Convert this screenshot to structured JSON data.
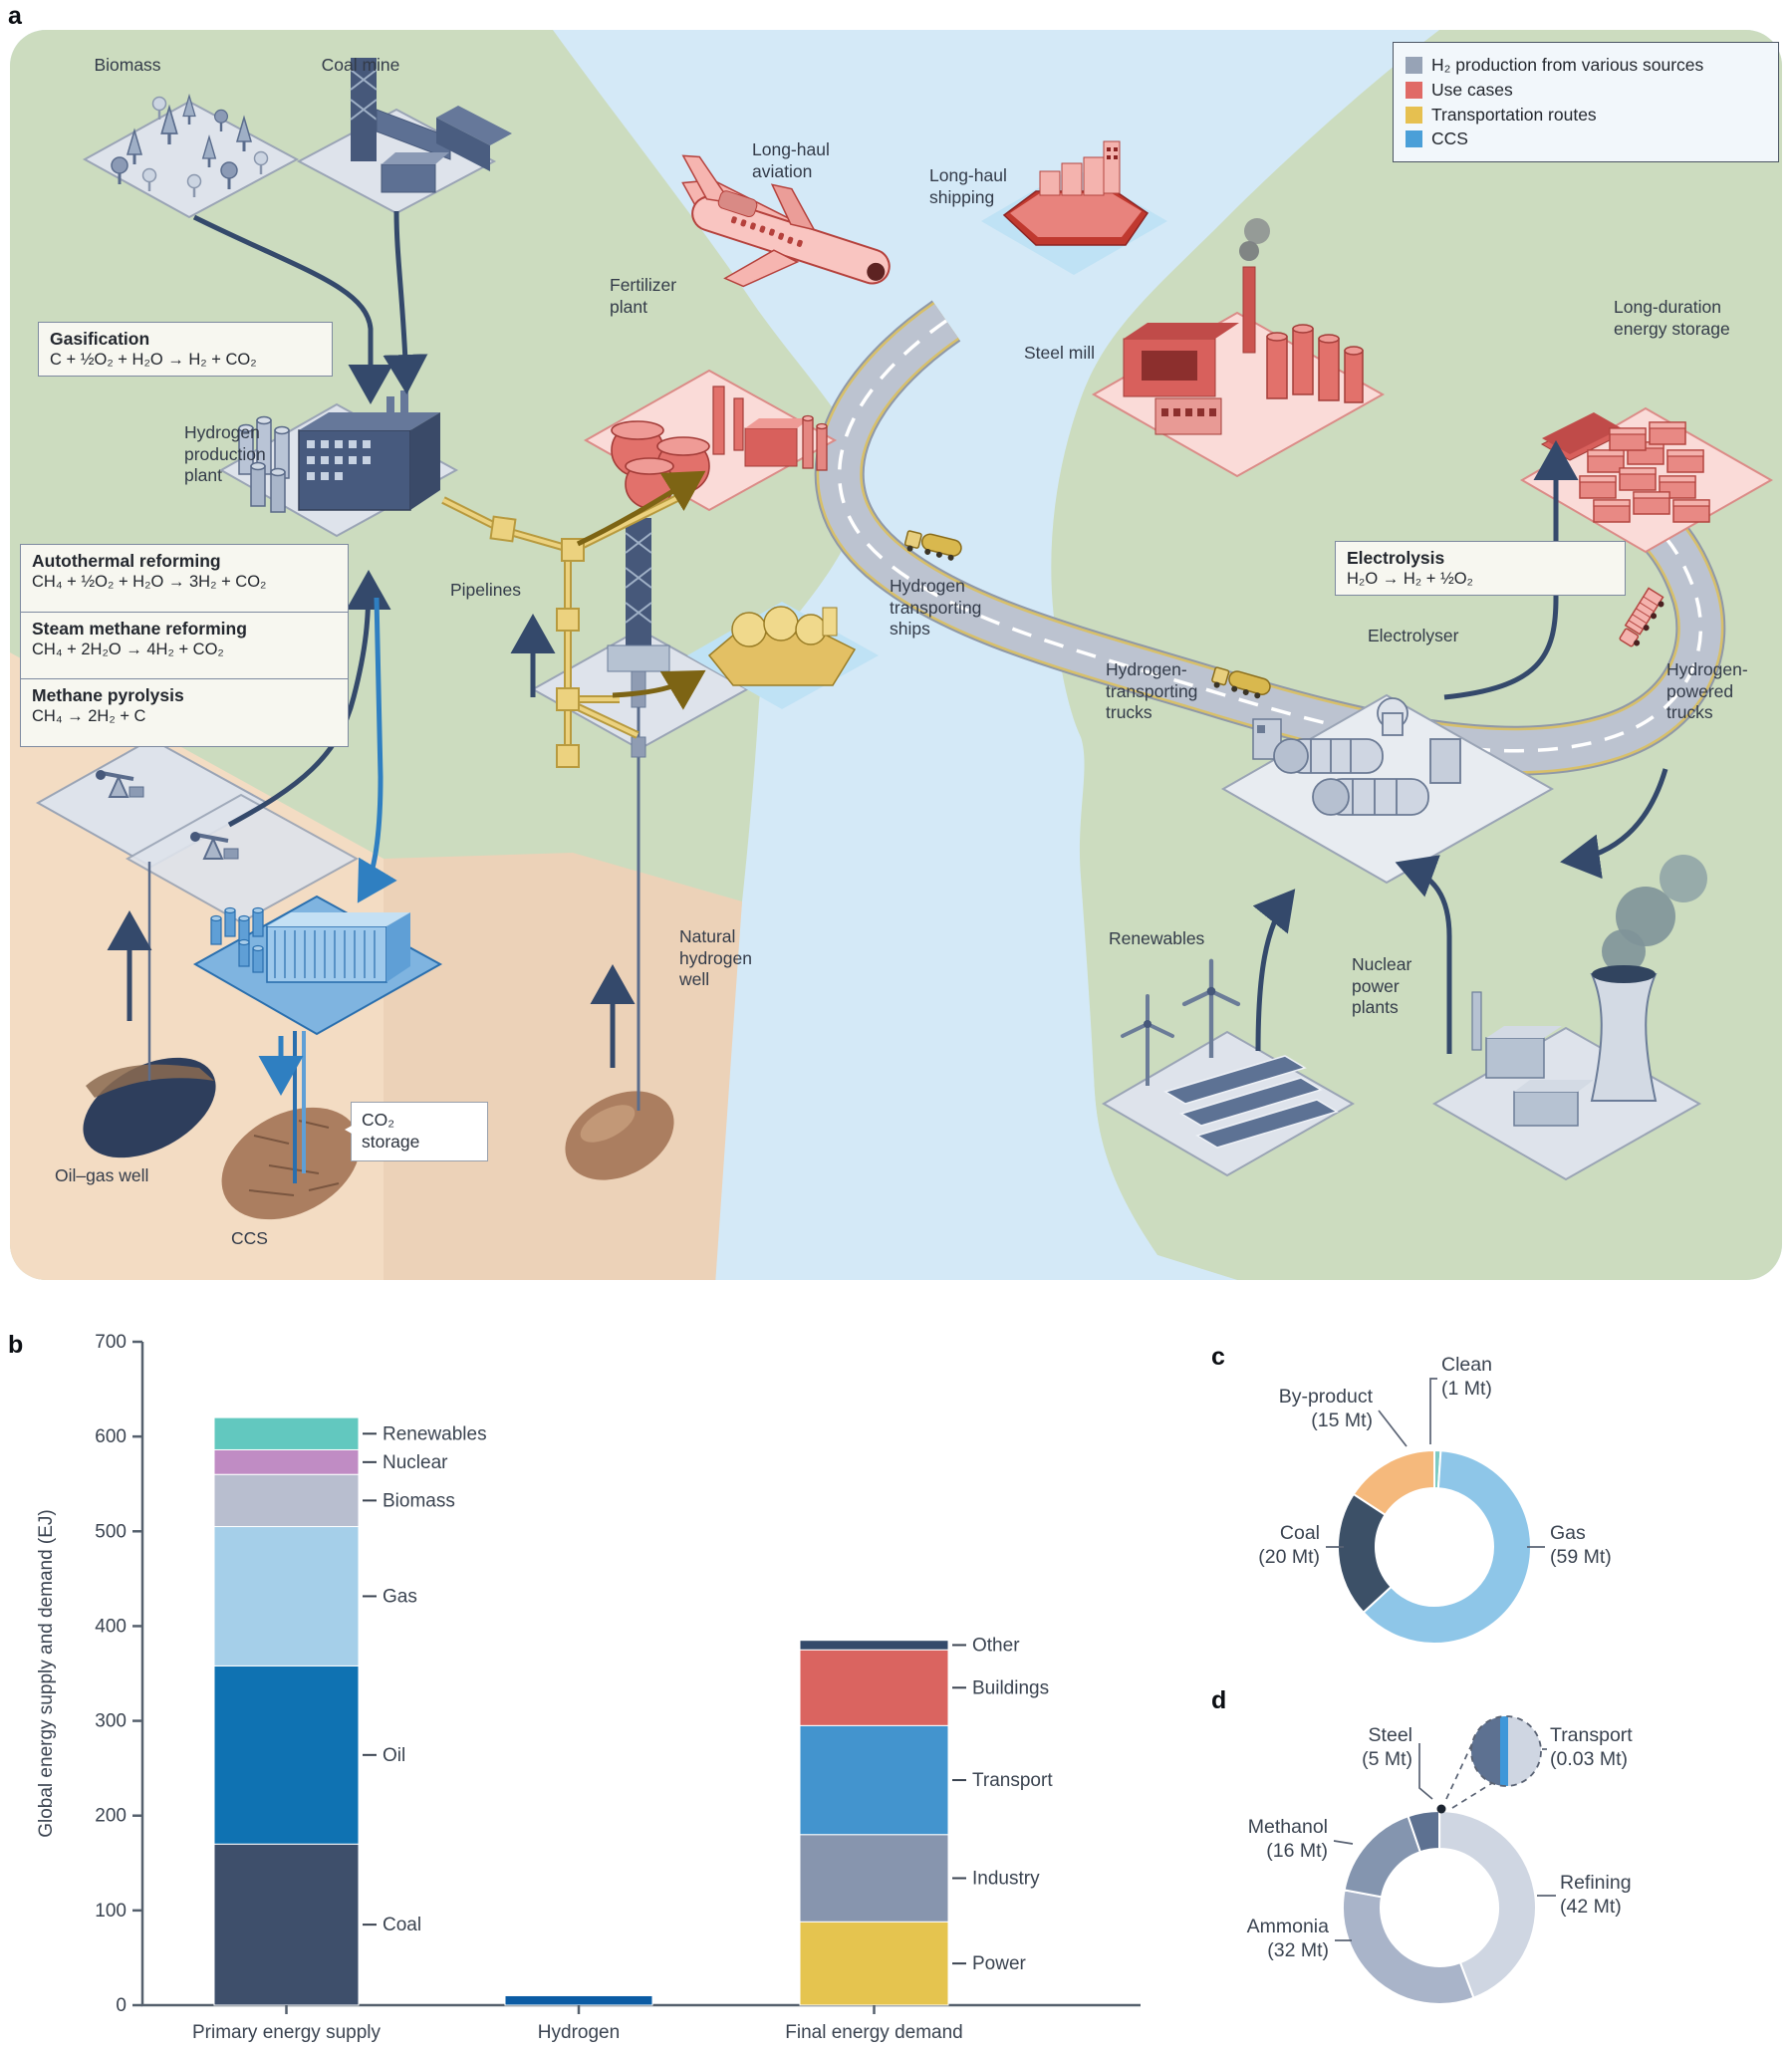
{
  "panel_labels": {
    "a": "a",
    "b": "b",
    "c": "c",
    "d": "d"
  },
  "legend": {
    "items": [
      {
        "label": "H₂ production from various sources",
        "color": "#97a3b6"
      },
      {
        "label": "Use cases",
        "color": "#e06a66"
      },
      {
        "label": "Transportation routes",
        "color": "#e6c050"
      },
      {
        "label": "CCS",
        "color": "#4a9fd8"
      }
    ]
  },
  "illustration": {
    "labels": {
      "biomass": "Biomass",
      "coal_mine": "Coal mine",
      "long_haul_aviation": "Long-haul\naviation",
      "long_haul_shipping": "Long-haul\nshipping",
      "steel_mill": "Steel mill",
      "long_duration_storage": "Long-duration\nenergy storage",
      "hydrogen_production_plant": "Hydrogen\nproduction\nplant",
      "fertilizer_plant": "Fertilizer\nplant",
      "pipelines": "Pipelines",
      "hydrogen_transporting_ships": "Hydrogen\ntransporting\nships",
      "electrolyser": "Electrolyser",
      "hydrogen_transporting_trucks": "Hydrogen-\ntransporting\ntrucks",
      "hydrogen_powered_trucks": "Hydrogen-\npowered\ntrucks",
      "renewables": "Renewables",
      "nuclear_power_plants": "Nuclear\npower\nplants",
      "natural_hydrogen_well": "Natural\nhydrogen\nwell",
      "oil_gas_well": "Oil–gas well",
      "ccs": "CCS",
      "co2_storage": "CO₂\nstorage"
    },
    "reactions": {
      "gasification": {
        "title": "Gasification",
        "formula": "C + ½O₂ + H₂O → H₂ + CO₂"
      },
      "autothermal": {
        "title": "Autothermal reforming",
        "formula": "CH₄ + ½O₂ + H₂O → 3H₂ + CO₂"
      },
      "steam_methane": {
        "title": "Steam methane reforming",
        "formula": "CH₄ + 2H₂O → 4H₂ + CO₂"
      },
      "methane_pyrolysis": {
        "title": "Methane pyrolysis",
        "formula": "CH₄ → 2H₂ + C"
      },
      "electrolysis": {
        "title": "Electrolysis",
        "formula": "H₂O → H₂ + ½O₂"
      }
    }
  },
  "chart_data": [
    {
      "type": "bar",
      "stacked": true,
      "title": "",
      "ylabel": "Global energy supply and demand (EJ)",
      "ylim": [
        0,
        700
      ],
      "yticks": [
        0,
        100,
        200,
        300,
        400,
        500,
        600,
        700
      ],
      "grid": false,
      "categories": [
        "Primary energy supply",
        "Hydrogen",
        "Final energy demand"
      ],
      "bars": [
        {
          "category": "Primary energy supply",
          "show_labels": true,
          "segments": [
            {
              "label": "Coal",
              "value": 170,
              "color": "#3e4f6b"
            },
            {
              "label": "Oil",
              "value": 188,
              "color": "#0f72b2"
            },
            {
              "label": "Gas",
              "value": 147,
              "color": "#a5cfe9"
            },
            {
              "label": "Biomass",
              "value": 55,
              "color": "#b8becf"
            },
            {
              "label": "Nuclear",
              "value": 26,
              "color": "#c08cc4"
            },
            {
              "label": "Renewables",
              "value": 34,
              "color": "#62c8bf"
            }
          ]
        },
        {
          "category": "Hydrogen",
          "show_labels": false,
          "segments": [
            {
              "label": "Hydrogen",
              "value": 10,
              "color": "#0b5ca4"
            }
          ]
        },
        {
          "category": "Final energy demand",
          "show_labels": true,
          "segments": [
            {
              "label": "Power",
              "value": 88,
              "color": "#e5c44f"
            },
            {
              "label": "Industry",
              "value": 92,
              "color": "#8795ae"
            },
            {
              "label": "Transport",
              "value": 115,
              "color": "#4394ce"
            },
            {
              "label": "Buildings",
              "value": 80,
              "color": "#da6460"
            },
            {
              "label": "Other",
              "value": 10,
              "color": "#344a6b"
            }
          ]
        }
      ]
    },
    {
      "type": "pie",
      "subtype": "donut",
      "title": "Hydrogen production by source",
      "slices": [
        {
          "label": "Clean",
          "amount": "1 Mt",
          "value": 1,
          "color": "#7dcbc3"
        },
        {
          "label": "Gas",
          "amount": "59 Mt",
          "value": 59,
          "color": "#8ec6e8"
        },
        {
          "label": "Coal",
          "amount": "20 Mt",
          "value": 20,
          "color": "#3c5067"
        },
        {
          "label": "By-product",
          "amount": "15 Mt",
          "value": 15,
          "color": "#f5b97c"
        }
      ]
    },
    {
      "type": "pie",
      "subtype": "donut",
      "title": "Hydrogen use",
      "magnifier": true,
      "slices": [
        {
          "label": "Transport",
          "amount": "0.03 Mt",
          "value": 0.03,
          "color": "#3f97d9"
        },
        {
          "label": "Refining",
          "amount": "42 Mt",
          "value": 42,
          "color": "#cfd6e2"
        },
        {
          "label": "Ammonia",
          "amount": "32 Mt",
          "value": 32,
          "color": "#a9b4c9"
        },
        {
          "label": "Methanol",
          "amount": "16 Mt",
          "value": 16,
          "color": "#8495af"
        },
        {
          "label": "Steel",
          "amount": "5 Mt",
          "value": 5,
          "color": "#5d7191"
        }
      ]
    }
  ]
}
